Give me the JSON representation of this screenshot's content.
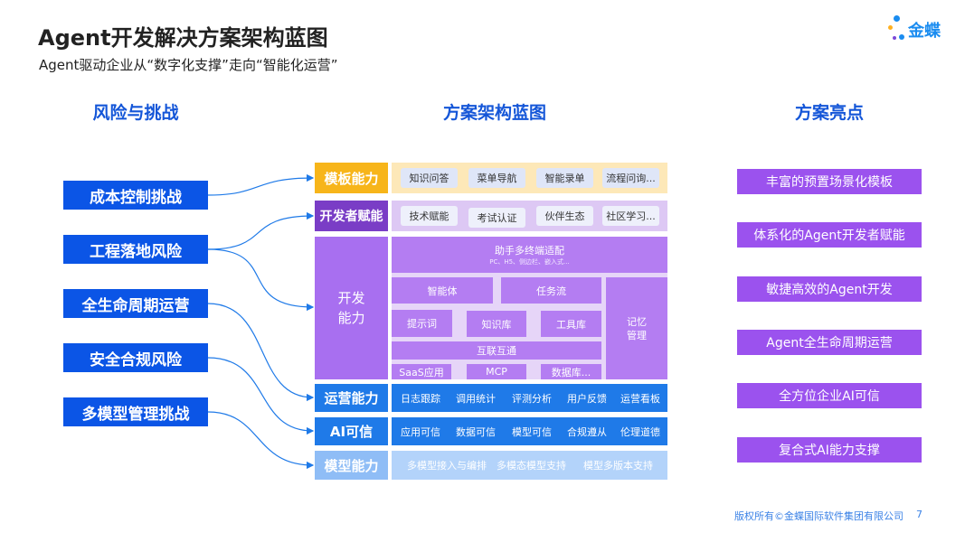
{
  "header": {
    "title": "Agent开发解决方案架构蓝图",
    "subtitle": "Agent驱动企业从“数字化支撑”走向“智能化运营”",
    "logo_text": "金蝶"
  },
  "columns": {
    "left": "风险与挑战",
    "center": "方案架构蓝图",
    "right": "方案亮点"
  },
  "risks": [
    "成本控制挑战",
    "工程落地风险",
    "全生命周期运营",
    "安全合规风险",
    "多模型管理挑战"
  ],
  "highlights": [
    "丰富的预置场景化模板",
    "体系化的Agent开发者赋能",
    "敏捷高效的Agent开发",
    "Agent全生命周期运营",
    "全方位企业AI可信",
    "复合式AI能力支撑"
  ],
  "architecture": {
    "template": {
      "label": "模板能力",
      "items": [
        "知识问答",
        "菜单导航",
        "智能录单",
        "流程问询..."
      ]
    },
    "developer": {
      "label": "开发者赋能",
      "items": [
        "技术赋能",
        "考试认证",
        "伙伴生态",
        "社区学习..."
      ]
    },
    "dev": {
      "label_line1": "开发",
      "label_line2": "能力",
      "assist_title": "助手多终端适配",
      "assist_sub": "PC、H5、侧边栏、嵌入式...",
      "agent": "智能体",
      "taskflow": "任务流",
      "prompt": "提示词",
      "kb": "知识库",
      "tools": "工具库",
      "memory_line1": "记忆",
      "memory_line2": "管理",
      "interconnect": "互联互通",
      "saas": "SaaS应用",
      "mcp": "MCP",
      "db": "数据库..."
    },
    "ops": {
      "label": "运营能力",
      "items": [
        "日志跟踪",
        "调用统计",
        "评测分析",
        "用户反馈",
        "运营看板"
      ]
    },
    "ai": {
      "label": "AI可信",
      "items": [
        "应用可信",
        "数据可信",
        "模型可信",
        "合规遵从",
        "伦理道德"
      ]
    },
    "model": {
      "label": "模型能力",
      "items": [
        "多模型接入与编排",
        "多模态模型支持",
        "模型多版本支持"
      ]
    }
  },
  "footer": {
    "copyright": "版权所有©金蝶国际软件集团有限公司",
    "page": "7"
  },
  "colors": {
    "risk": "#0b55e6",
    "highlight": "#9b52ee",
    "heading": "#1456d8",
    "connector": "#1f7ae8"
  }
}
